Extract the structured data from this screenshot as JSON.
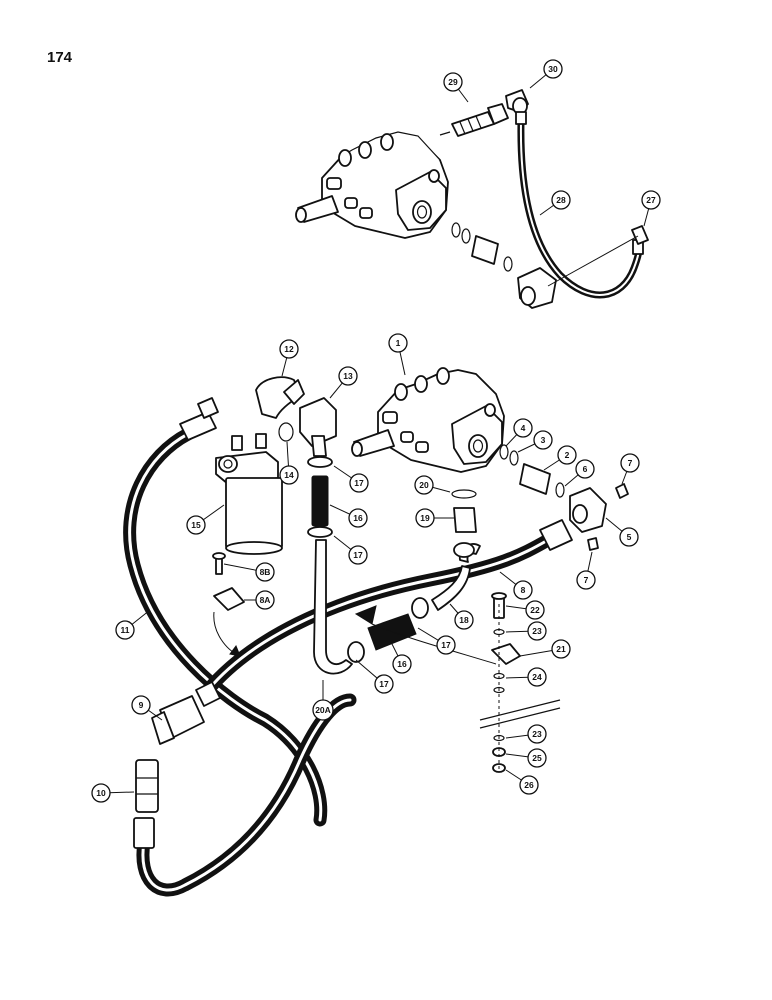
{
  "page": {
    "number": "174"
  },
  "callouts": [
    "29",
    "30",
    "28",
    "27",
    "1",
    "12",
    "13",
    "14",
    "15",
    "17",
    "16",
    "17",
    "20",
    "19",
    "4",
    "3",
    "2",
    "6",
    "7",
    "5",
    "7",
    "8B",
    "8A",
    "11",
    "8",
    "22",
    "18",
    "23",
    "17",
    "16",
    "21",
    "24",
    "17",
    "20A",
    "9",
    "23",
    "25",
    "10",
    "26"
  ]
}
